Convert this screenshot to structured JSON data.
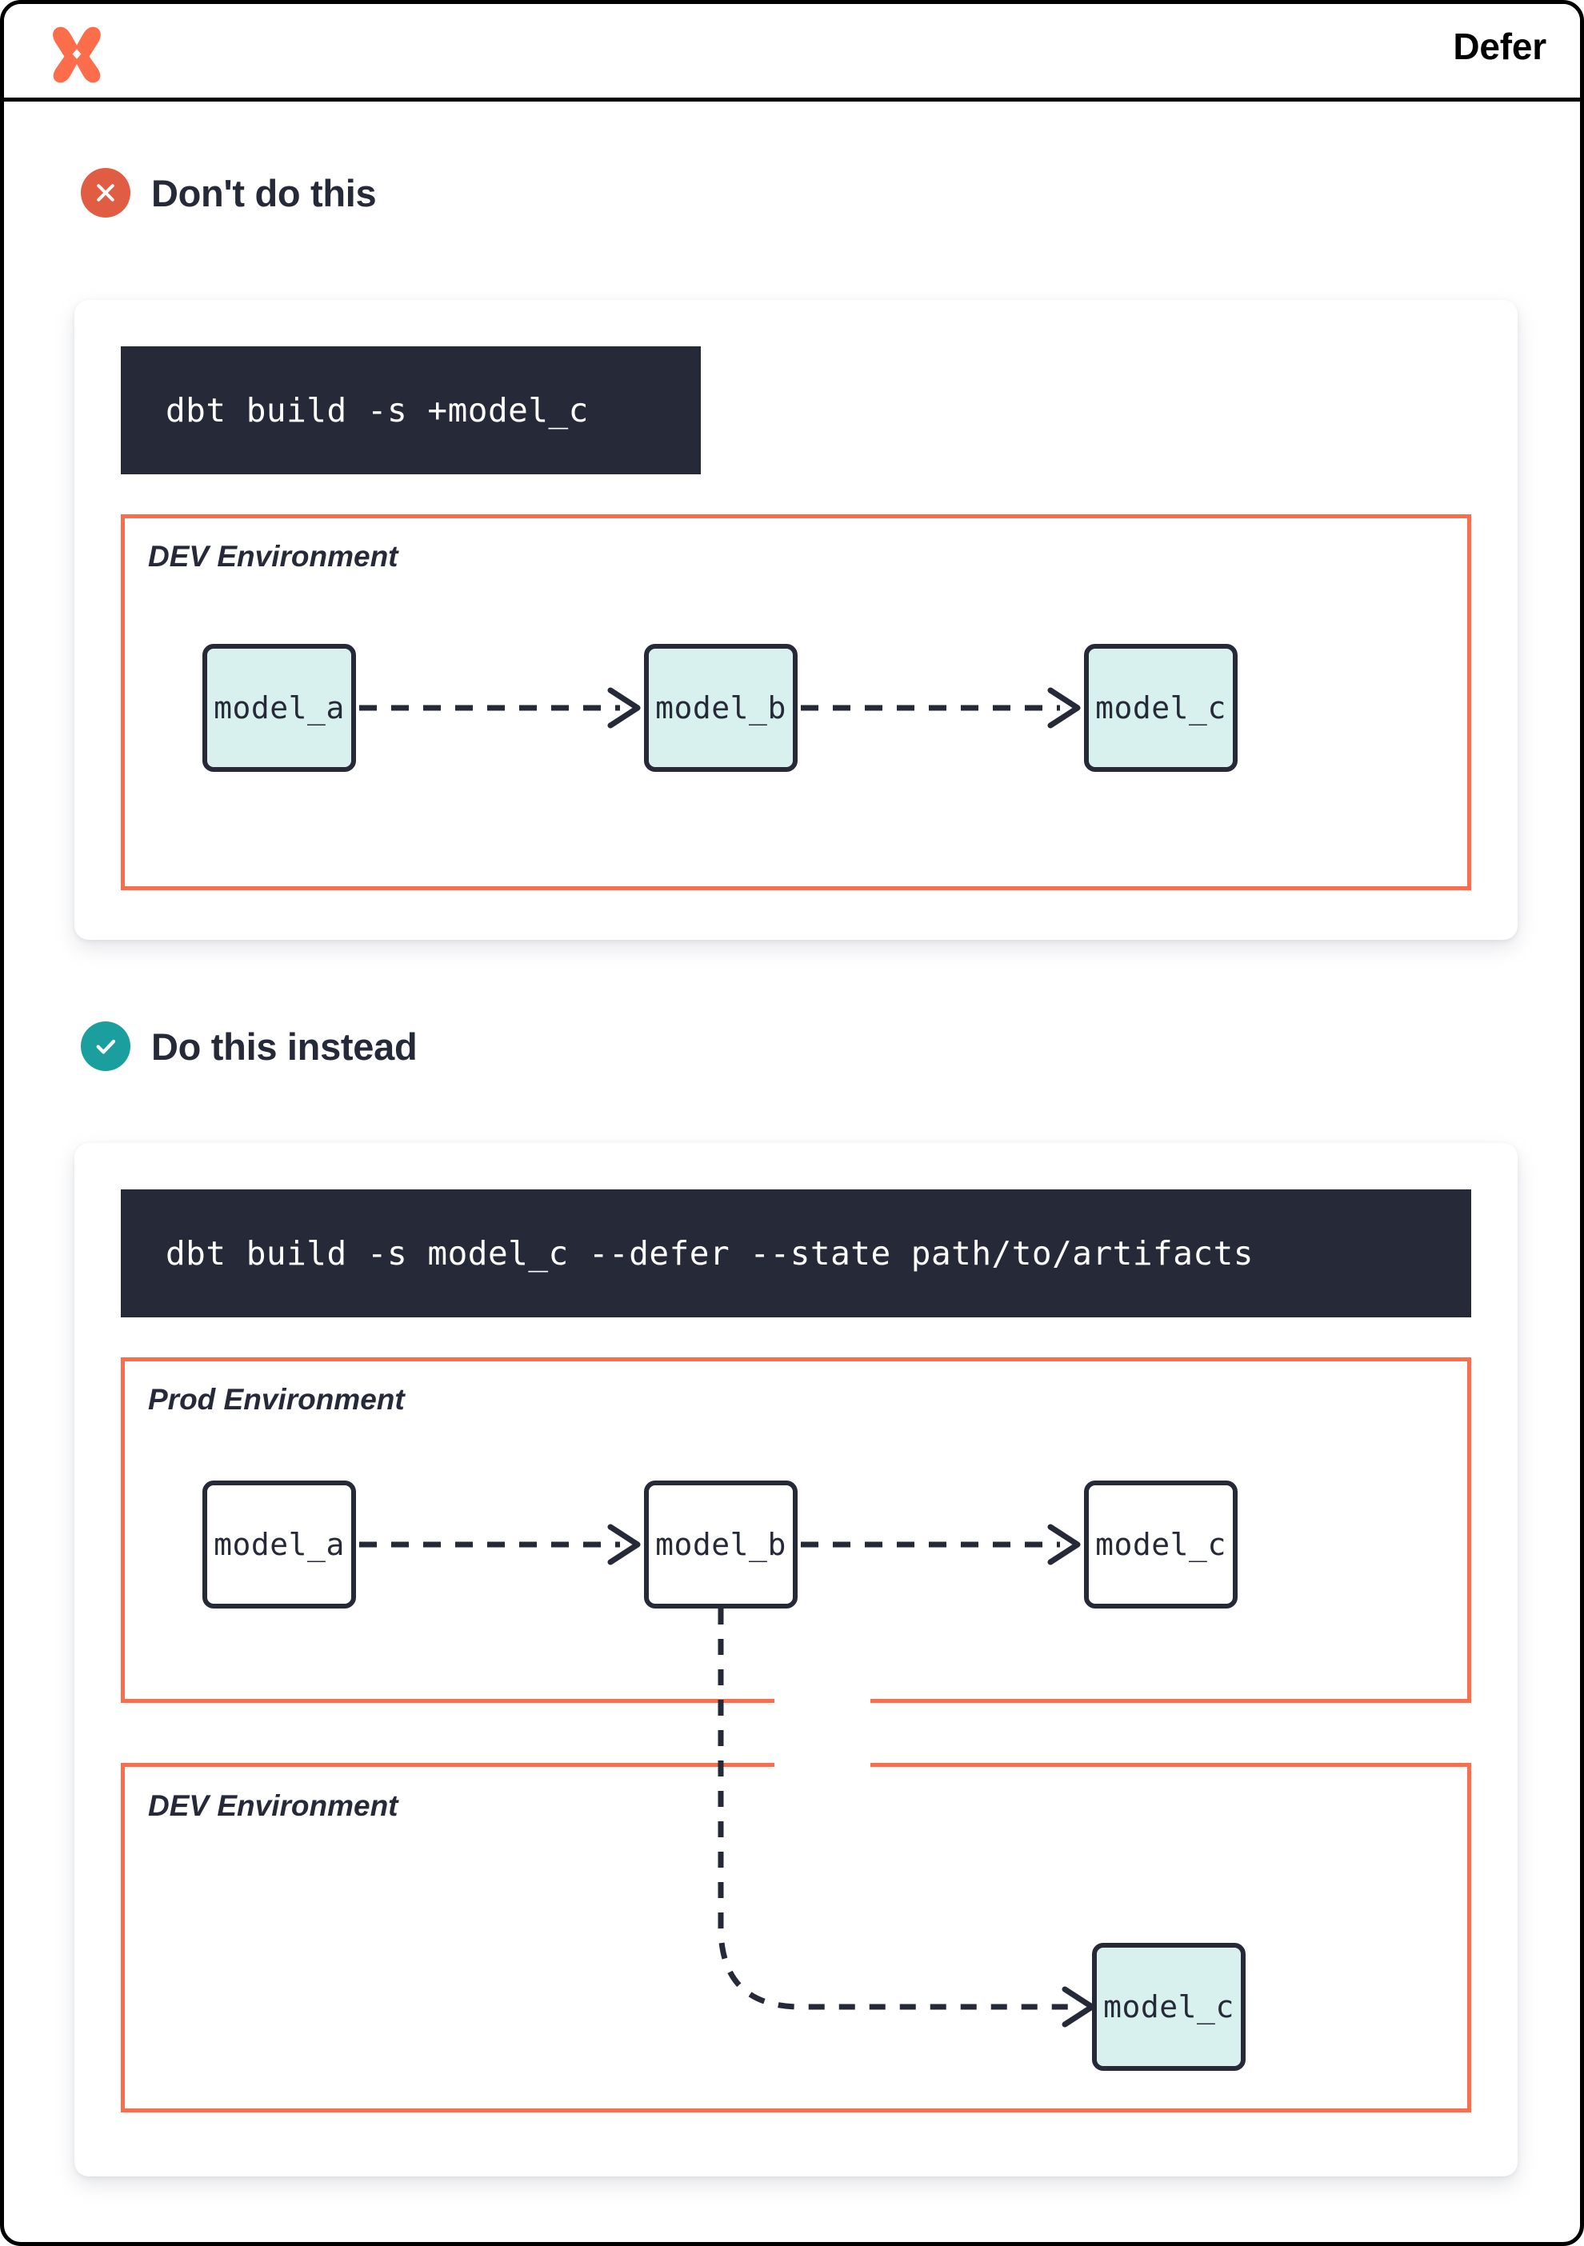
{
  "header": {
    "logo_name": "dbt-logo",
    "title": "Defer"
  },
  "theme": {
    "orange": "#fc6d4c",
    "dark": "#262a38",
    "teal": "#1a9e9e",
    "node_fill_teal": "#d8f1ee",
    "badge_bad": "#e05d44"
  },
  "sections": [
    {
      "id": "dont",
      "badge_icon": "x-icon",
      "title": "Don't do this",
      "command": "dbt build -s +model_c",
      "environments": [
        {
          "label": "DEV Environment",
          "nodes": [
            {
              "label": "model_a",
              "style": "teal"
            },
            {
              "label": "model_b",
              "style": "teal"
            },
            {
              "label": "model_c",
              "style": "teal"
            }
          ]
        }
      ]
    },
    {
      "id": "do",
      "badge_icon": "check-icon",
      "title": "Do this instead",
      "command": "dbt build -s model_c --defer --state path/to/artifacts",
      "environments": [
        {
          "label": "Prod Environment",
          "nodes": [
            {
              "label": "model_a",
              "style": "plain"
            },
            {
              "label": "model_b",
              "style": "plain"
            },
            {
              "label": "model_c",
              "style": "plain"
            }
          ]
        },
        {
          "label": "DEV Environment",
          "nodes": [
            {
              "label": "model_c",
              "style": "teal"
            }
          ]
        }
      ]
    }
  ]
}
